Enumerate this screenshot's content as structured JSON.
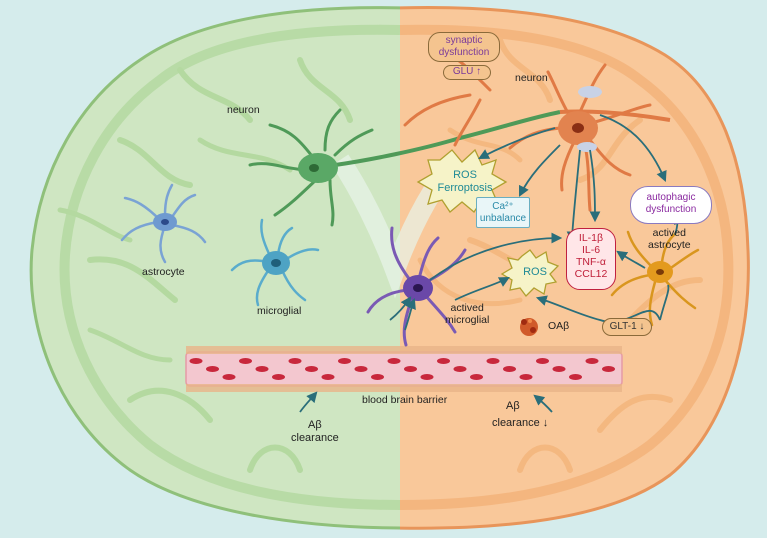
{
  "labels": {
    "neuron_left": "neuron",
    "astrocyte": "astrocyte",
    "microglial": "microglial",
    "neuron_right": "neuron",
    "synaptic_line1": "synaptic",
    "synaptic_line2": "dysfunction",
    "glu": "GLU ↑",
    "ros_top_line1": "ROS",
    "ros_top_line2": "Ferroptosis",
    "ca_line1": "Ca²⁺",
    "ca_line2": "unbalance",
    "autophagic_line1": "autophagic",
    "autophagic_line2": "dysfunction",
    "cytokine_1": "IL-1β",
    "cytokine_2": "IL-6",
    "cytokine_3": "TNF-α",
    "cytokine_4": "CCL12",
    "actived_astrocyte_line1": "actived",
    "actived_astrocyte_line2": "astrocyte",
    "ros_mid": "ROS",
    "actived_microglial_line1": "actived",
    "actived_microglial_line2": "microglial",
    "oab": "OAβ",
    "glt1": "GLT-1 ↓",
    "bbb": "blood brain barrier",
    "ab_left_line1": "Aβ",
    "ab_left_line2": "clearance",
    "ab_right_line1": "Aβ",
    "ab_right_line2": "clearance ↓"
  },
  "colors": {
    "background": "#d5ecec",
    "healthy_brain": "#cfe6c2",
    "healthy_outline": "#8fc07a",
    "diseased_brain": "#f9c89a",
    "diseased_outline": "#e8955a",
    "vessel": "#f3c7cf",
    "rbc": "#c8283c",
    "arrow": "#2a6e7a"
  }
}
